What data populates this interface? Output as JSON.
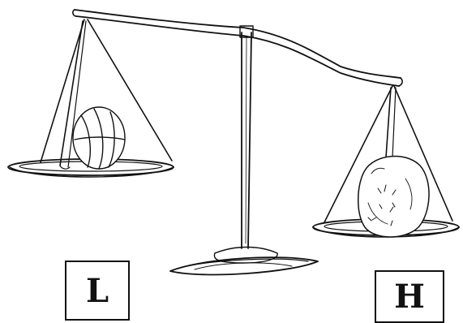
{
  "labels": {
    "left": "L",
    "right": "H"
  },
  "objects": {
    "left_pan_item": "beach-ball",
    "right_pan_item": "rock"
  },
  "colors": {
    "ink": "#111111",
    "background": "#ffffff"
  }
}
